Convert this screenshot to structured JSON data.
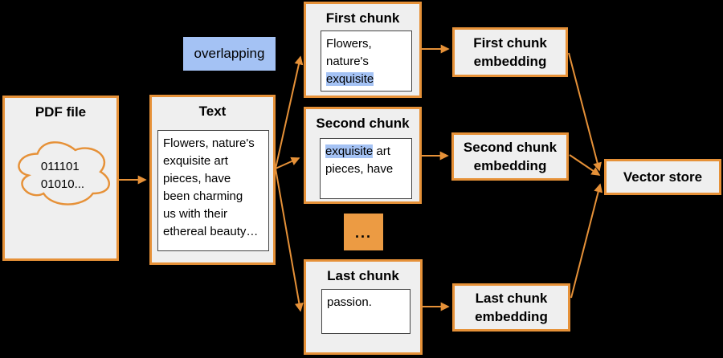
{
  "colors": {
    "accent_orange": "#e69138",
    "box_fill": "#efefef",
    "inner_box_fill": "#ffffff",
    "highlight_blue": "#a4c2f4",
    "background": "#000000"
  },
  "pdf": {
    "title": "PDF file",
    "cloud_lines": [
      "011101",
      "01010..."
    ]
  },
  "text": {
    "title": "Text",
    "body_lines": [
      "Flowers, nature's",
      "exquisite art",
      "pieces, have",
      "been charming",
      "us with their",
      "ethereal beauty…"
    ]
  },
  "overlapping_label": "overlapping",
  "chunks": {
    "first": {
      "title": "First chunk",
      "pre": "Flowers, nature's ",
      "highlight": "exquisite",
      "post": ""
    },
    "second": {
      "title": "Second chunk",
      "pre": "",
      "highlight": "exquisite",
      "post": " art pieces, have"
    },
    "last": {
      "title": "Last chunk",
      "pre": "passion.",
      "highlight": "",
      "post": ""
    },
    "ellipsis": "..."
  },
  "embeddings": {
    "first": "First chunk embedding",
    "second": "Second chunk embedding",
    "last": "Last chunk embedding"
  },
  "vector_store": "Vector store"
}
